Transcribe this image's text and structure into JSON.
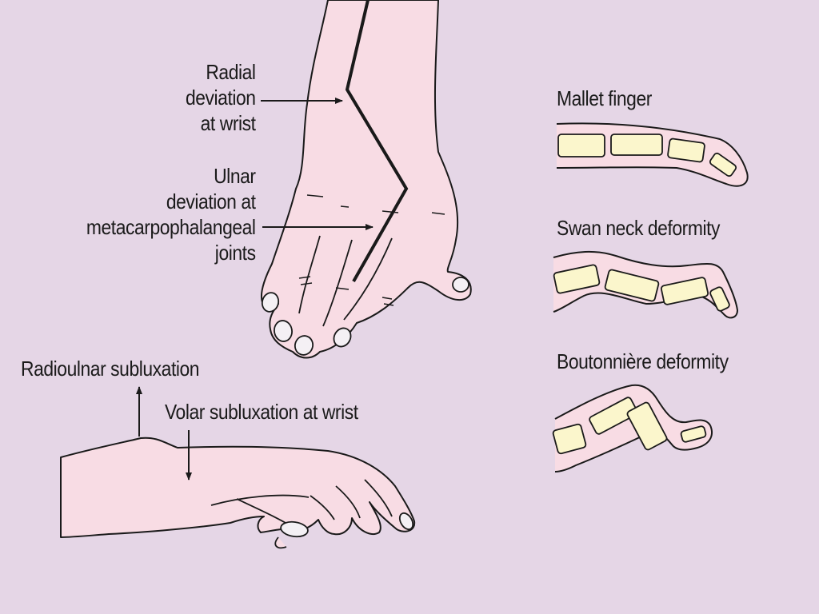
{
  "labels": {
    "radial_deviation": [
      "Radial",
      "deviation",
      "at wrist"
    ],
    "ulnar_deviation": [
      "Ulnar",
      "deviation at",
      "metacarpophalangeal",
      "joints"
    ],
    "radioulnar_subluxation": "Radioulnar subluxation",
    "volar_subluxation": "Volar subluxation at wrist",
    "mallet_finger": "Mallet finger",
    "swan_neck": "Swan neck deformity",
    "boutonniere": "Boutonnière deformity"
  },
  "colors": {
    "background": "#e5d6e6",
    "skin": "#f8dce4",
    "bone": "#fbf6cc",
    "outline": "#1a1a1a"
  }
}
